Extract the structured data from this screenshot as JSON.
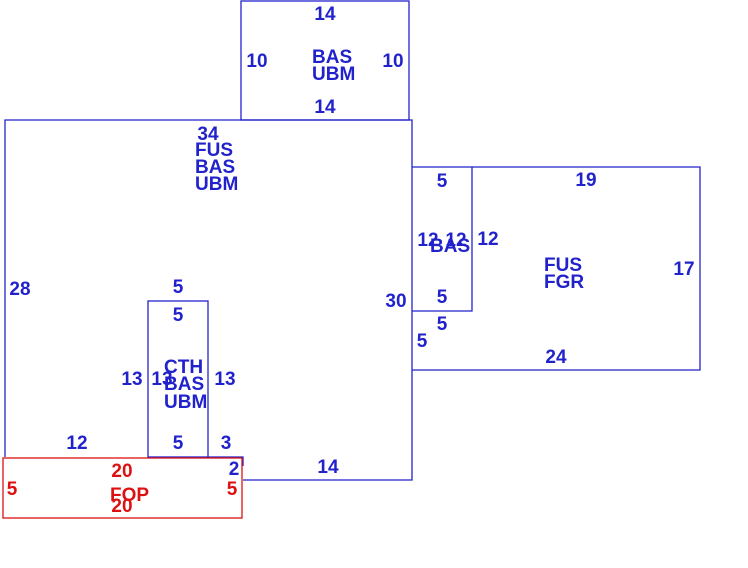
{
  "colors": {
    "main": "#2222cc",
    "porch": "#dd1111",
    "background": "#ffffff"
  },
  "areas": {
    "top_addition": {
      "top": "14",
      "bottom": "14",
      "left": "10",
      "right": "10",
      "code1": "BAS",
      "code2": "UBM"
    },
    "main_house": {
      "top": "34",
      "code1": "FUS",
      "code2": "BAS",
      "code3": "UBM",
      "left": "28",
      "right": "30",
      "bottom_left": "12",
      "bottom_right": "14",
      "step_short": "3"
    },
    "center_room": {
      "top_outer": "5",
      "top_inner": "5",
      "left_outer": "13",
      "left_inner": "13",
      "right": "13",
      "bottom": "5",
      "code1": "CTH",
      "code2": "BAS",
      "code3": "UBM"
    },
    "connector": {
      "top": "5",
      "left": "12",
      "right": "12",
      "code": "BAS",
      "bottom": "5",
      "below_bottom": "5",
      "side": "5"
    },
    "garage": {
      "top": "19",
      "right": "17",
      "left": "12",
      "bottom": "24",
      "code1": "FUS",
      "code2": "FGR"
    },
    "porch": {
      "top": "20",
      "bottom": "20",
      "left": "5",
      "right": "5",
      "code": "FOP",
      "small": "2"
    }
  }
}
